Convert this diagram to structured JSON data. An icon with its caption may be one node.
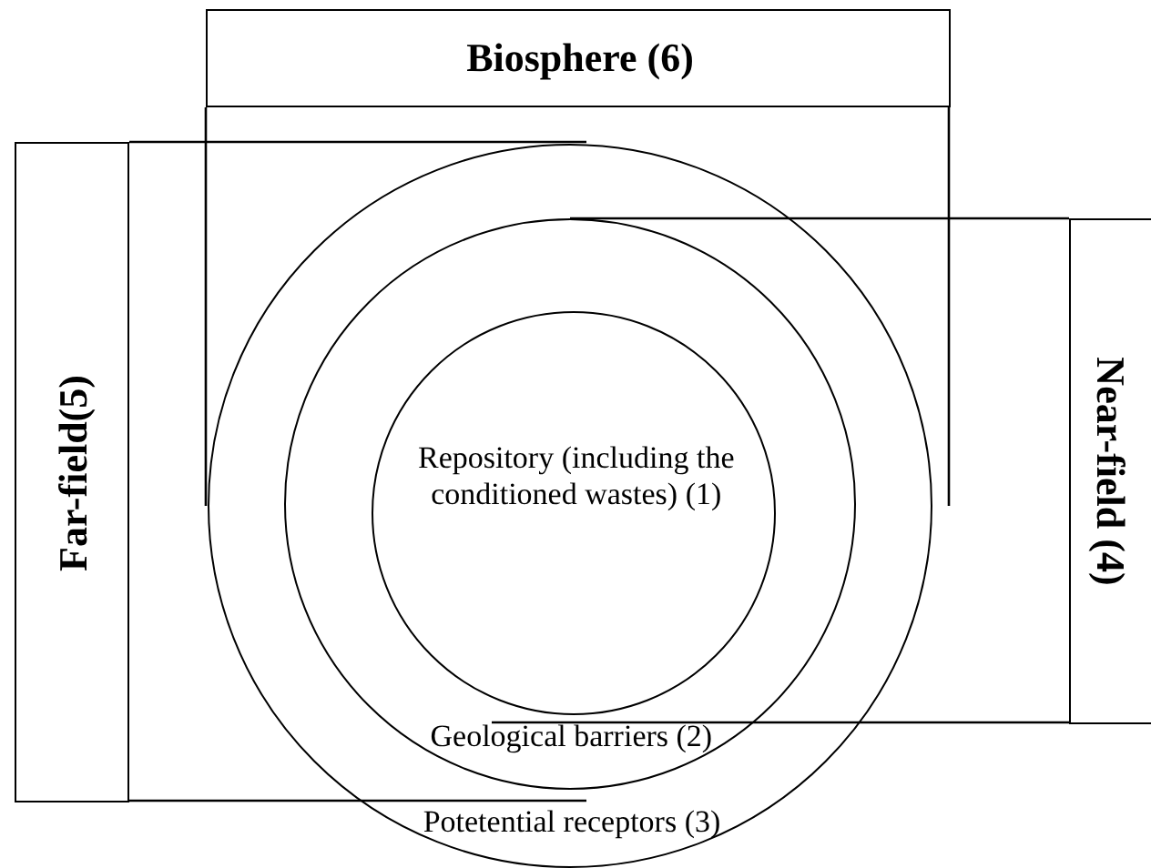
{
  "diagram": {
    "nodes": [
      {
        "text": [
          "Biosphere (6)"
        ]
      },
      {
        "text": [
          "Far-field(5)"
        ]
      },
      {
        "text": [
          "Near-field (4)"
        ]
      },
      {
        "text": [
          "Potetential receptors (3)"
        ]
      },
      {
        "text": [
          "Geological barriers (2)"
        ],
        "in": 3
      },
      {
        "text": [
          "Repository (including the conditioned wastes) (1)"
        ],
        "in": 4
      }
    ],
    "edges": []
  }
}
